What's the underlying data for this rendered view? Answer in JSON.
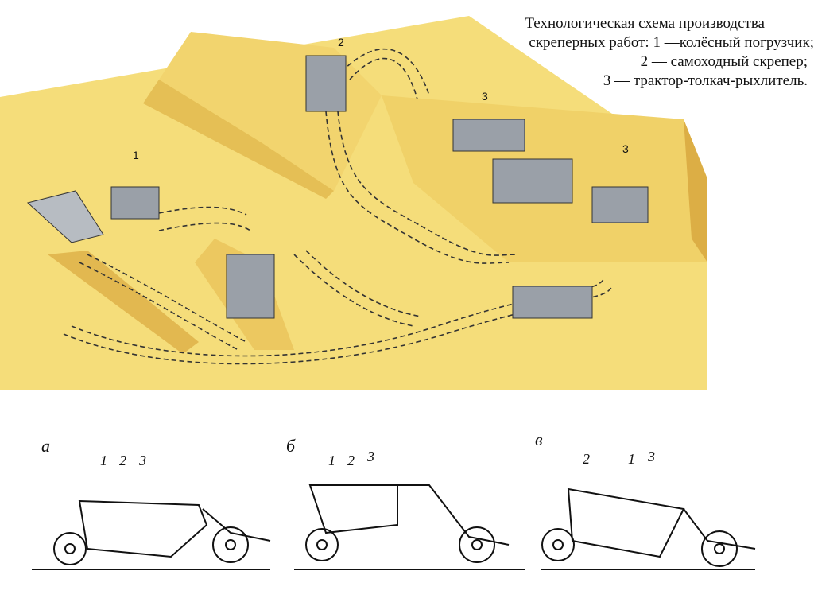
{
  "caption": {
    "lines": [
      "Технологическая схема производства",
      "скреперных работ: 1 —колёсный погрузчик;",
      "2 — самоходный скрепер;",
      "3 — трактор-толкач-рыхлитель."
    ]
  },
  "illustration": {
    "machine_labels": [
      "1",
      "2",
      "3",
      "3"
    ],
    "colors": {
      "terrain": "#f5dd7a",
      "terrain_dark": "#e8c45a",
      "slope": "#f0cf68",
      "machine": "#9aa0a8",
      "track": "#333333"
    }
  },
  "diagrams": [
    {
      "letter": "а",
      "labels": [
        "1",
        "2",
        "3"
      ]
    },
    {
      "letter": "б",
      "labels": [
        "1",
        "2",
        "3"
      ]
    },
    {
      "letter": "в",
      "labels": [
        "2",
        "1",
        "3"
      ]
    }
  ]
}
